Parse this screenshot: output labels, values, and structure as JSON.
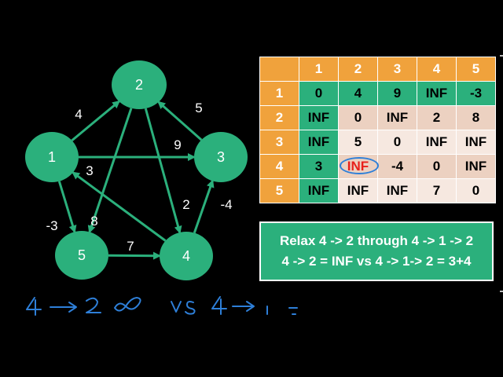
{
  "graph": {
    "nodes": [
      {
        "id": "1",
        "label": "1"
      },
      {
        "id": "2",
        "label": "2"
      },
      {
        "id": "3",
        "label": "3"
      },
      {
        "id": "4",
        "label": "4"
      },
      {
        "id": "5",
        "label": "5"
      }
    ],
    "edges": [
      {
        "from": "1",
        "to": "2",
        "weight": "4"
      },
      {
        "from": "1",
        "to": "3",
        "weight": "9"
      },
      {
        "from": "1",
        "to": "5",
        "weight": "-3"
      },
      {
        "from": "3",
        "to": "2",
        "weight": "5"
      },
      {
        "from": "2",
        "to": "5",
        "weight": "8"
      },
      {
        "from": "2",
        "to": "4",
        "weight": "2"
      },
      {
        "from": "4",
        "to": "1",
        "weight": "3"
      },
      {
        "from": "4",
        "to": "3",
        "weight": "-4"
      },
      {
        "from": "5",
        "to": "4",
        "weight": "7"
      }
    ],
    "colors": {
      "node": "#2bb07c",
      "edge": "#2bb07c",
      "label": "#ffffff"
    }
  },
  "matrix": {
    "col_headers": [
      "1",
      "2",
      "3",
      "4",
      "5"
    ],
    "rows": [
      {
        "header": "1",
        "cells": [
          "0",
          "4",
          "9",
          "INF",
          "-3"
        ]
      },
      {
        "header": "2",
        "cells": [
          "INF",
          "0",
          "INF",
          "2",
          "8"
        ]
      },
      {
        "header": "3",
        "cells": [
          "INF",
          "5",
          "0",
          "INF",
          "INF"
        ]
      },
      {
        "header": "4",
        "cells": [
          "3",
          "INF",
          "-4",
          "0",
          "INF"
        ]
      },
      {
        "header": "5",
        "cells": [
          "INF",
          "INF",
          "INF",
          "7",
          "0"
        ]
      }
    ],
    "colors": {
      "header": "#f0a23c",
      "highlight": "#2bb07c",
      "cell_a": "#ecd1c1",
      "cell_b": "#f6e8e0",
      "focus_text": "#e8201a",
      "focus_circle": "#2e7fd8"
    }
  },
  "relax": {
    "line1": "Relax 4 -> 2 through 4 -> 1 -> 2",
    "line2": "4 -> 2 = INF vs 4 -> 1-> 2 = 3+4"
  },
  "handwriting": {
    "color": "#2e7fd8"
  }
}
